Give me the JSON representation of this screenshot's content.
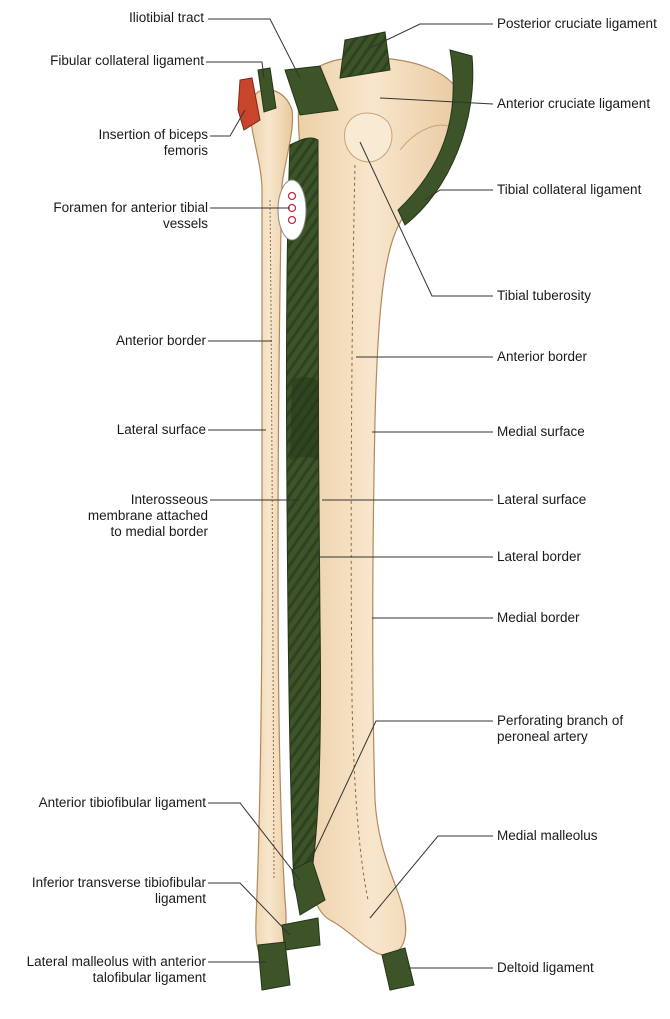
{
  "labels": {
    "iliotibial_tract": "Iliotibial tract",
    "fibular_collateral_ligament": "Fibular collateral ligament",
    "insertion_biceps_femoris": "Insertion of biceps femoris",
    "foramen_anterior_tibial_vessels": "Foramen for anterior tibial vessels",
    "anterior_border_fibula": "Anterior border",
    "lateral_surface_fibula": "Lateral surface",
    "interosseous_membrane": "Interosseous membrane attached to medial border",
    "anterior_tibiofibular_ligament": "Anterior tibiofibular ligament",
    "inferior_transverse_tibiofibular_ligament": "Inferior transverse tibiofibular ligament",
    "lateral_malleolus": "Lateral malleolus with anterior talofibular ligament",
    "posterior_cruciate_ligament": "Posterior cruciate ligament",
    "anterior_cruciate_ligament": "Anterior cruciate ligament",
    "tibial_collateral_ligament": "Tibial collateral ligament",
    "tibial_tuberosity": "Tibial tuberosity",
    "anterior_border_tibia": "Anterior border",
    "medial_surface_tibia": "Medial surface",
    "lateral_surface_tibia": "Lateral surface",
    "lateral_border_tibia": "Lateral border",
    "medial_border_tibia": "Medial border",
    "perforating_branch": "Perforating branch of peroneal artery",
    "medial_malleolus": "Medial malleolus",
    "deltoid_ligament": "Deltoid ligament"
  },
  "colors": {
    "bone": "#f3dcbc",
    "bone_shade": "#e7c79c",
    "bone_outline": "#b08a5c",
    "ligament": "#3d5428",
    "ligament_dark": "#24361a",
    "biceps_insertion": "#c8452b",
    "leader_line": "#333333"
  }
}
